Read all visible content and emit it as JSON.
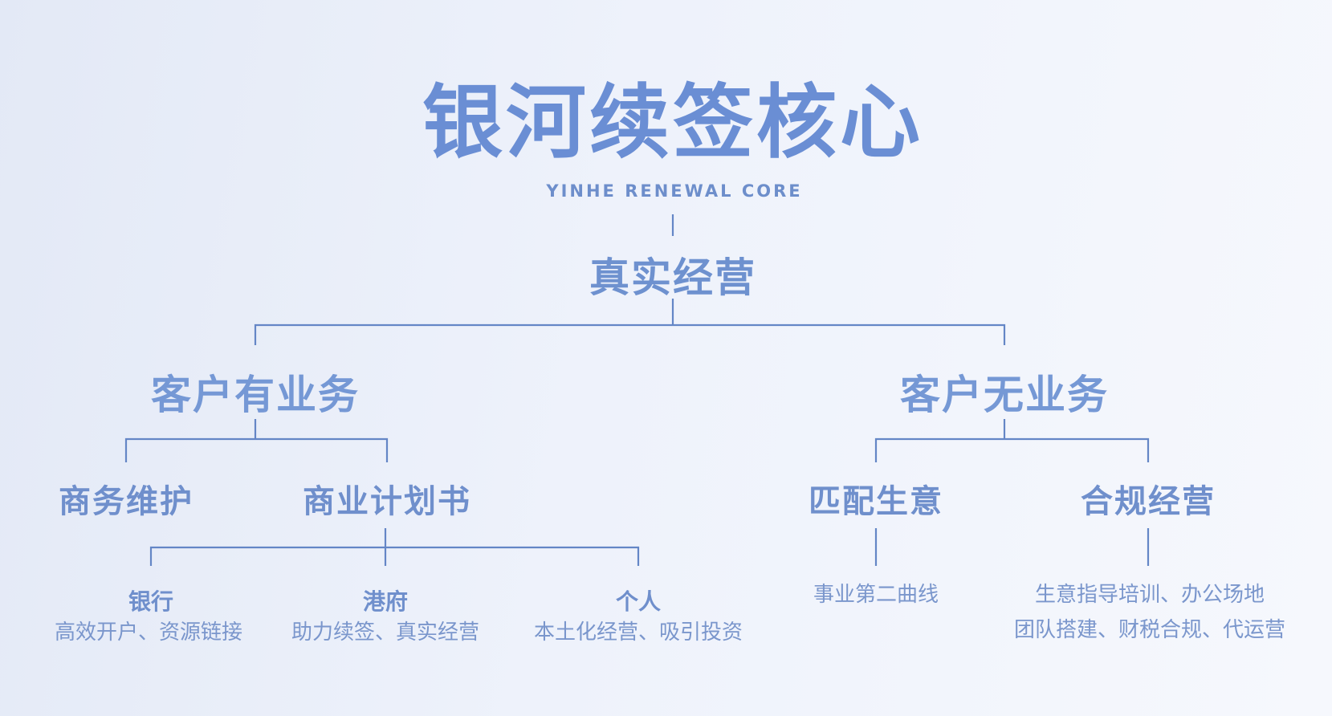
{
  "diagram": {
    "title": "银河续签核心",
    "subtitle": "YINHE RENEWAL CORE",
    "root": "真实经营",
    "branches": [
      {
        "label": "客户有业务",
        "children": [
          {
            "label": "商务维护"
          },
          {
            "label": "商业计划书",
            "children": [
              {
                "label": "银行",
                "desc": "高效开户、资源链接"
              },
              {
                "label": "港府",
                "desc": "助力续签、真实经营"
              },
              {
                "label": "个人",
                "desc": "本土化经营、吸引投资"
              }
            ]
          }
        ]
      },
      {
        "label": "客户无业务",
        "children": [
          {
            "label": "匹配生意",
            "desc": [
              "事业第二曲线"
            ]
          },
          {
            "label": "合规经营",
            "desc": [
              "生意指导培训、办公场地",
              "团队搭建、财税合规、代运营"
            ]
          }
        ]
      }
    ]
  },
  "colors": {
    "primary": "#6a8ed4",
    "line": "#6486c6",
    "text": "#7a96cc"
  }
}
